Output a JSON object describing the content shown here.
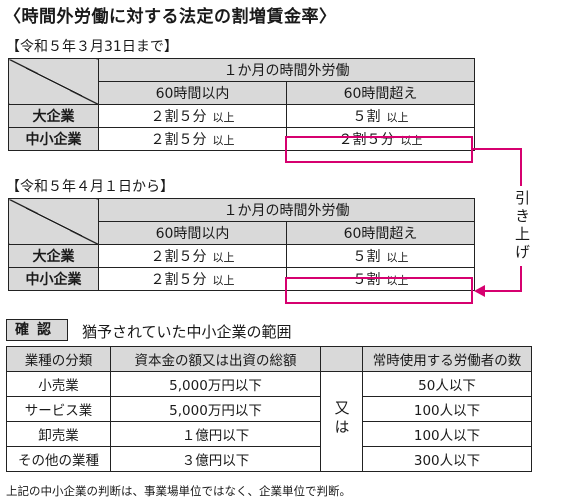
{
  "title": "〈時間外労働に対する法定の割増賃金率〉",
  "colors": {
    "accent": "#d6006f",
    "header_bg": "#d9d9d9",
    "border": "#222222"
  },
  "table1": {
    "period": "【令和５年３月31日まで】",
    "group_header": "１か月の時間外労働",
    "col1": "60時間以内",
    "col2": "60時間超え",
    "rows": [
      {
        "label": "大企業",
        "c1": "２割５分",
        "c1_sfx": "以上",
        "c2": "５割",
        "c2_sfx": "以上"
      },
      {
        "label": "中小企業",
        "c1": "２割５分",
        "c1_sfx": "以上",
        "c2": "２割５分",
        "c2_sfx": "以上"
      }
    ]
  },
  "table2": {
    "period": "【令和５年４月１日から】",
    "group_header": "１か月の時間外労働",
    "col1": "60時間以内",
    "col2": "60時間超え",
    "rows": [
      {
        "label": "大企業",
        "c1": "２割５分",
        "c1_sfx": "以上",
        "c2": "５割",
        "c2_sfx": "以上"
      },
      {
        "label": "中小企業",
        "c1": "２割５分",
        "c1_sfx": "以上",
        "c2": "５割",
        "c2_sfx": "以上"
      }
    ]
  },
  "arrow_label": "引き上げ",
  "confirm": {
    "badge": "確認",
    "heading": "猶予されていた中小企業の範囲"
  },
  "scope_table": {
    "headers": [
      "業種の分類",
      "資本金の額又は出資の総額",
      "常時使用する労働者の数"
    ],
    "or_label": "又は",
    "rows": [
      {
        "industry": "小売業",
        "capital": "5,000万円以下",
        "workers": "50人以下"
      },
      {
        "industry": "サービス業",
        "capital": "5,000万円以下",
        "workers": "100人以下"
      },
      {
        "industry": "卸売業",
        "capital": "１億円以下",
        "workers": "100人以下"
      },
      {
        "industry": "その他の業種",
        "capital": "３億円以下",
        "workers": "300人以下"
      }
    ]
  },
  "note": "上記の中小企業の判断は、事業場単位ではなく、企業単位で判断。"
}
